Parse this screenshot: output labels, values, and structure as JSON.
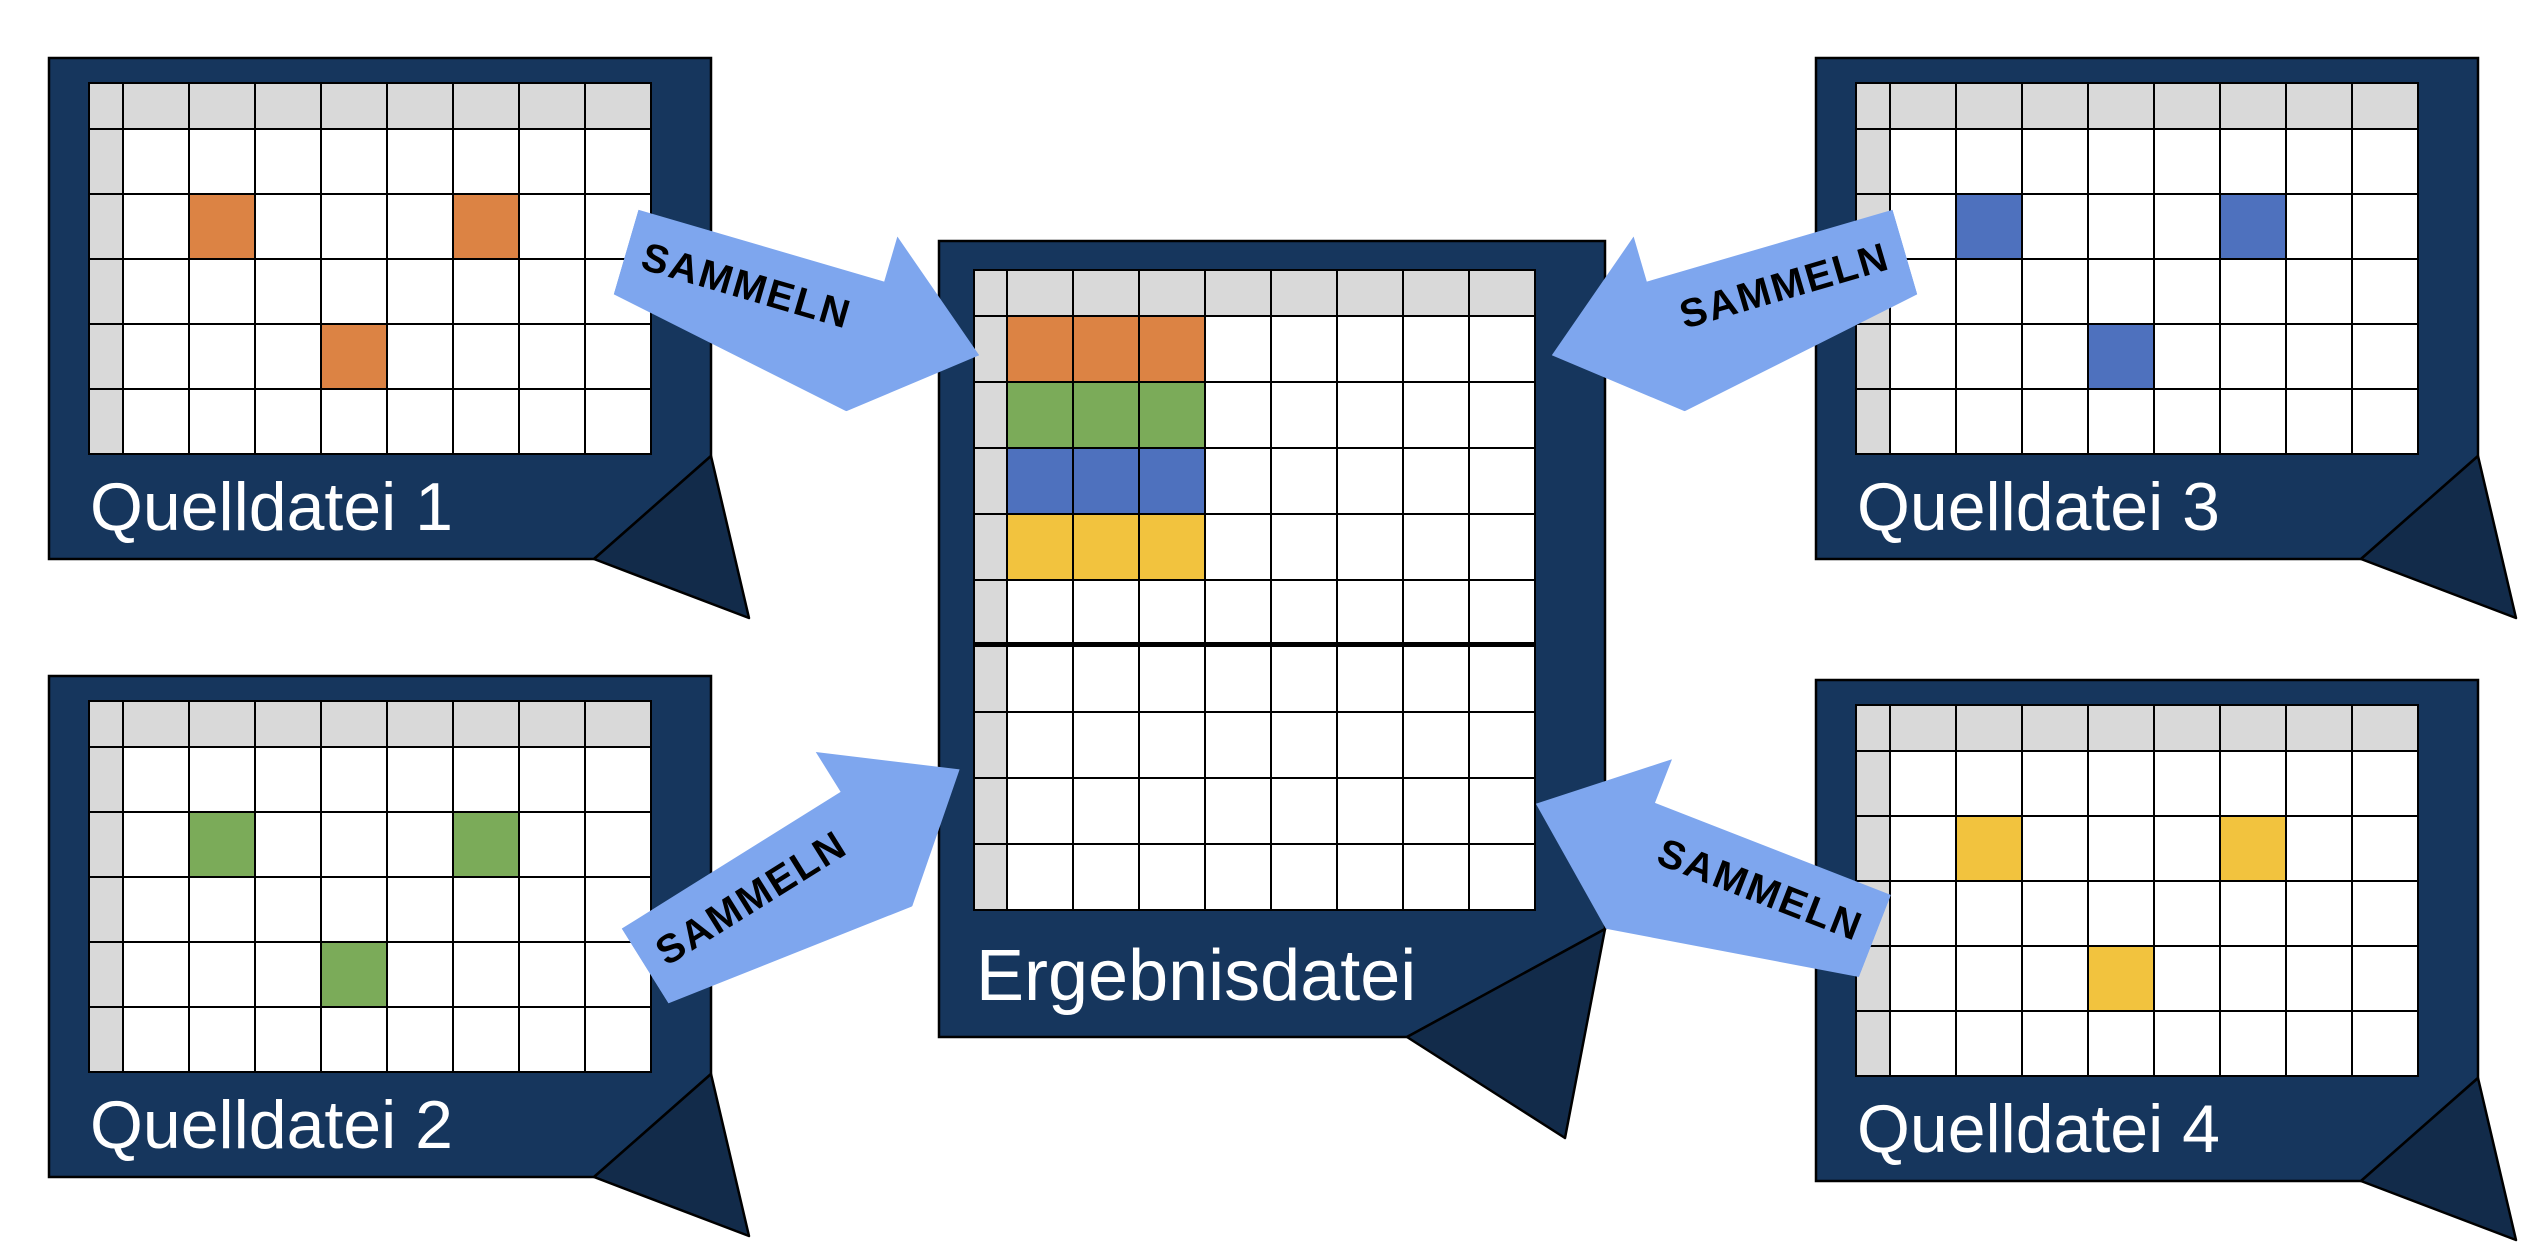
{
  "diagram": {
    "description_labels": {
      "result_file": "Ergebnisdatei",
      "action": "SAMMELN"
    }
  },
  "colors": {
    "card_navy": "#16365D",
    "fold_navy": "#122B4A",
    "grid_line": "#000000",
    "header_gray": "#D9D9D9",
    "cell_white": "#FFFFFF",
    "arrow_blue": "#7EA6EE",
    "arrow_text": "#000000",
    "label_text": "#FFFFFF",
    "orange": "#DC8344",
    "green": "#7BAB59",
    "blue": "#4E71BE",
    "yellow": "#F2C33E"
  },
  "cards": {
    "items": [
      {
        "id": "quelldatei-1",
        "label": "Quelldatei 1",
        "cell_color_key": "orange",
        "type": "source"
      },
      {
        "id": "quelldatei-2",
        "label": "Quelldatei 2",
        "cell_color_key": "green",
        "type": "source"
      },
      {
        "id": "quelldatei-3",
        "label": "Quelldatei 3",
        "cell_color_key": "blue",
        "type": "source"
      },
      {
        "id": "quelldatei-4",
        "label": "Quelldatei 4",
        "cell_color_key": "yellow",
        "type": "source"
      },
      {
        "id": "ergebnisdatei",
        "label": "Ergebnisdatei",
        "type": "result"
      }
    ]
  },
  "grids": {
    "columns": 8,
    "source": {
      "data_rows": 5,
      "filled": [
        {
          "row": 2,
          "cols": [
            2,
            6
          ]
        },
        {
          "row": 4,
          "cols": [
            4
          ]
        }
      ]
    },
    "result": {
      "data_rows": 9,
      "filled_block": {
        "rows": [
          1,
          2,
          3,
          4
        ],
        "cols": [
          1,
          2,
          3
        ],
        "color_keys_by_row": [
          "orange",
          "green",
          "blue",
          "yellow"
        ]
      },
      "thick_line_below_row": 5
    }
  },
  "arrows": [
    {
      "label": "SAMMELN",
      "from": "quelldatei-1",
      "to": "ergebnisdatei"
    },
    {
      "label": "SAMMELN",
      "from": "quelldatei-3",
      "to": "ergebnisdatei"
    },
    {
      "label": "SAMMELN",
      "from": "quelldatei-2",
      "to": "ergebnisdatei"
    },
    {
      "label": "SAMMELN",
      "from": "quelldatei-4",
      "to": "ergebnisdatei"
    }
  ]
}
